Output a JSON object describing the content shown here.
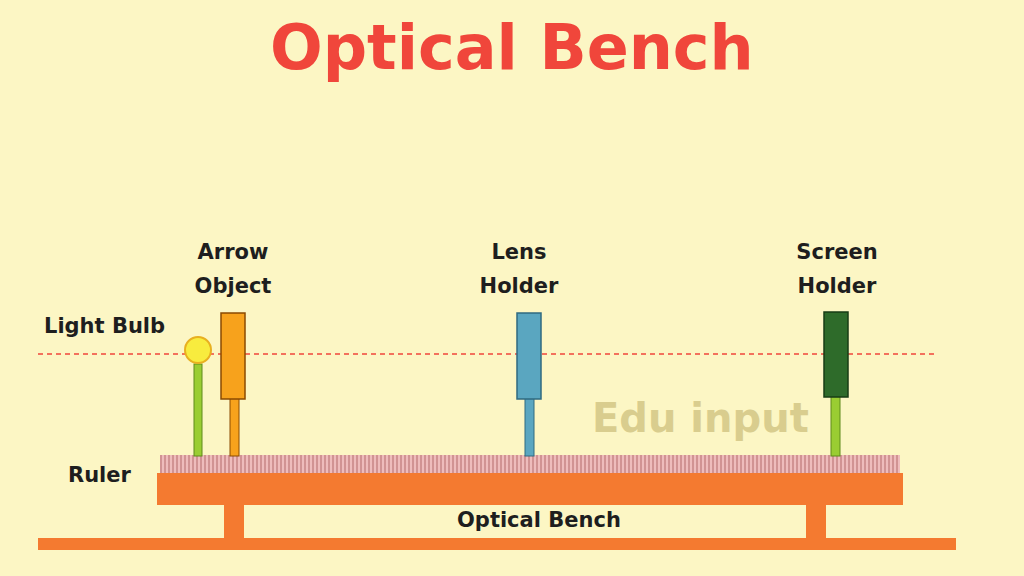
{
  "diagram": {
    "title": "Optical Bench",
    "labels": [
      "Arrow Object",
      "Lens Holder",
      "Screen Holder",
      "Light Bulb",
      "Ruler",
      "Optical Bench",
      "Edu input"
    ]
  }
}
